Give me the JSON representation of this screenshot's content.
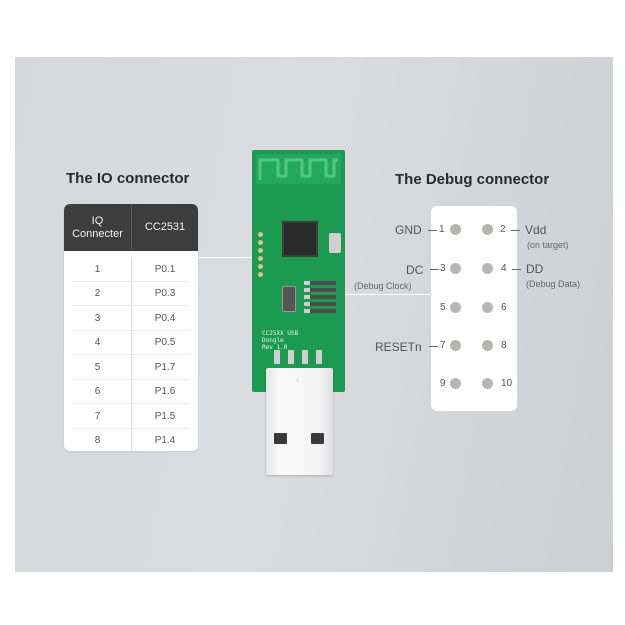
{
  "io_connector": {
    "title": "The IO connector",
    "columns": [
      "IQ\nConnecter",
      "CC2531"
    ],
    "col_a_line1": "IQ",
    "col_a_line2": "Connecter",
    "col_b": "CC2531",
    "rows": [
      {
        "pin": "1",
        "port": "P0.1"
      },
      {
        "pin": "2",
        "port": "P0.3"
      },
      {
        "pin": "3",
        "port": "P0.4"
      },
      {
        "pin": "4",
        "port": "P0.5"
      },
      {
        "pin": "5",
        "port": "P1.7"
      },
      {
        "pin": "6",
        "port": "P1.6"
      },
      {
        "pin": "7",
        "port": "P1.5"
      },
      {
        "pin": "8",
        "port": "P1.4"
      }
    ]
  },
  "dongle": {
    "pcb_label_line1": "CC25XX USB",
    "pcb_label_line2": "Dongle",
    "pcb_label_line3": "Rev 1.0",
    "colors": {
      "pcb": "#1d9a52",
      "usb": "#f4f4f4"
    }
  },
  "debug_connector": {
    "title": "The Debug connector",
    "pins": [
      {
        "num": "1",
        "signal": "GND",
        "note": ""
      },
      {
        "num": "2",
        "signal": "Vdd",
        "note": "(on target)"
      },
      {
        "num": "3",
        "signal": "DC",
        "note": "(Debug Clock)"
      },
      {
        "num": "4",
        "signal": "DD",
        "note": "(Debug Data)"
      },
      {
        "num": "5",
        "signal": "",
        "note": ""
      },
      {
        "num": "6",
        "signal": "",
        "note": ""
      },
      {
        "num": "7",
        "signal": "RESETn",
        "note": ""
      },
      {
        "num": "8",
        "signal": "",
        "note": ""
      },
      {
        "num": "9",
        "signal": "",
        "note": ""
      },
      {
        "num": "10",
        "signal": "",
        "note": ""
      }
    ]
  },
  "colors": {
    "background": "#d7d9dd",
    "table_header": "#3d3d3d",
    "pin_dot": "#b7b4b2"
  }
}
